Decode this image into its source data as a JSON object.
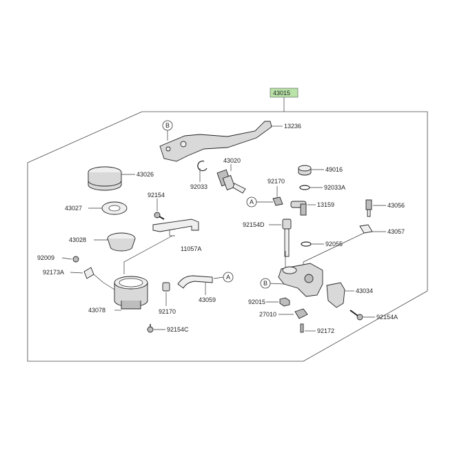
{
  "assembly_number": "43015",
  "colors": {
    "assembly_tag": "#b9e3a8",
    "frame": "#444444",
    "part_fill": "#d9d9d9"
  },
  "part_labels": {
    "p13236": "13236",
    "p43020": "43020",
    "p43026": "43026",
    "p43027": "43027",
    "p43028": "43028",
    "p92033": "92033",
    "p92154": "92154",
    "p11057A": "11057A",
    "p92009": "92009",
    "p92173A": "92173A",
    "p43078": "43078",
    "p92170_left": "92170",
    "p43059": "43059",
    "p92154C": "92154C",
    "p49016": "49016",
    "p92033A": "92033A",
    "p92170_right": "92170",
    "p13159": "13159",
    "p92154D": "92154D",
    "p92055": "92055",
    "p43056": "43056",
    "p43057": "43057",
    "p43034": "43034",
    "p92015": "92015",
    "p27010": "27010",
    "p92154A": "92154A",
    "p92172": "92172"
  },
  "callouts": {
    "b_top": "B",
    "a_hose": "A",
    "a_fitting": "A",
    "b_bracket": "B"
  }
}
